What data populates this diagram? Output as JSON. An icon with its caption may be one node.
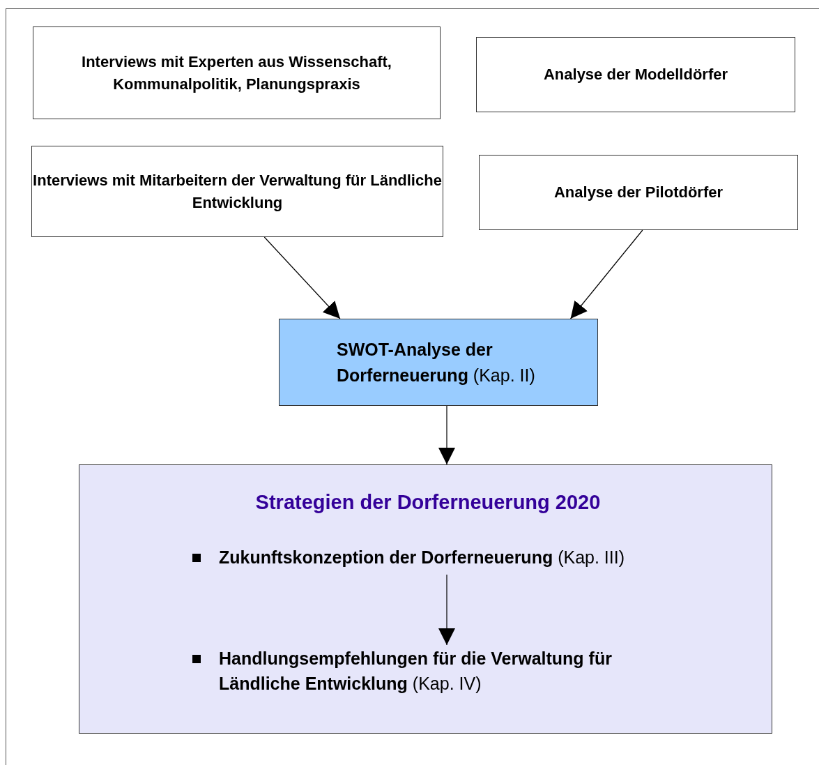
{
  "diagram": {
    "nodes": [
      {
        "text": [
          "Interviews mit Experten aus Wissenschaft, Kommunalpolitik, Planungspraxis"
        ]
      },
      {
        "text": [
          "Analyse der Modelldörfer"
        ]
      },
      {
        "text": [
          "Interviews mit Mitarbeitern der Verwaltung für Ländliche Entwicklung"
        ]
      },
      {
        "text": [
          "Analyse der Pilotdörfer"
        ]
      },
      {
        "text": [
          "**SWOT-Analyse der Dorferneuerung** (Kap. II)"
        ]
      },
      {
        "text": [
          "Strategien der Dorferneuerung 2020"
        ]
      },
      {
        "text": [
          "**Zukunftskonzeption der Dorferneuerung** (Kap. III)"
        ],
        "in": 5
      },
      {
        "text": [
          "**Handlungsempfehlungen für die Verwaltung für Ländliche Entwicklung** (Kap. IV)"
        ],
        "in": 5
      }
    ],
    "edges": [
      {
        "from": 2,
        "to": 4,
        "arrow": "to"
      },
      {
        "from": 3,
        "to": 4,
        "arrow": "to"
      },
      {
        "from": 4,
        "to": 5,
        "arrow": "to"
      },
      {
        "from": 6,
        "to": 7,
        "arrow": "to"
      }
    ]
  }
}
